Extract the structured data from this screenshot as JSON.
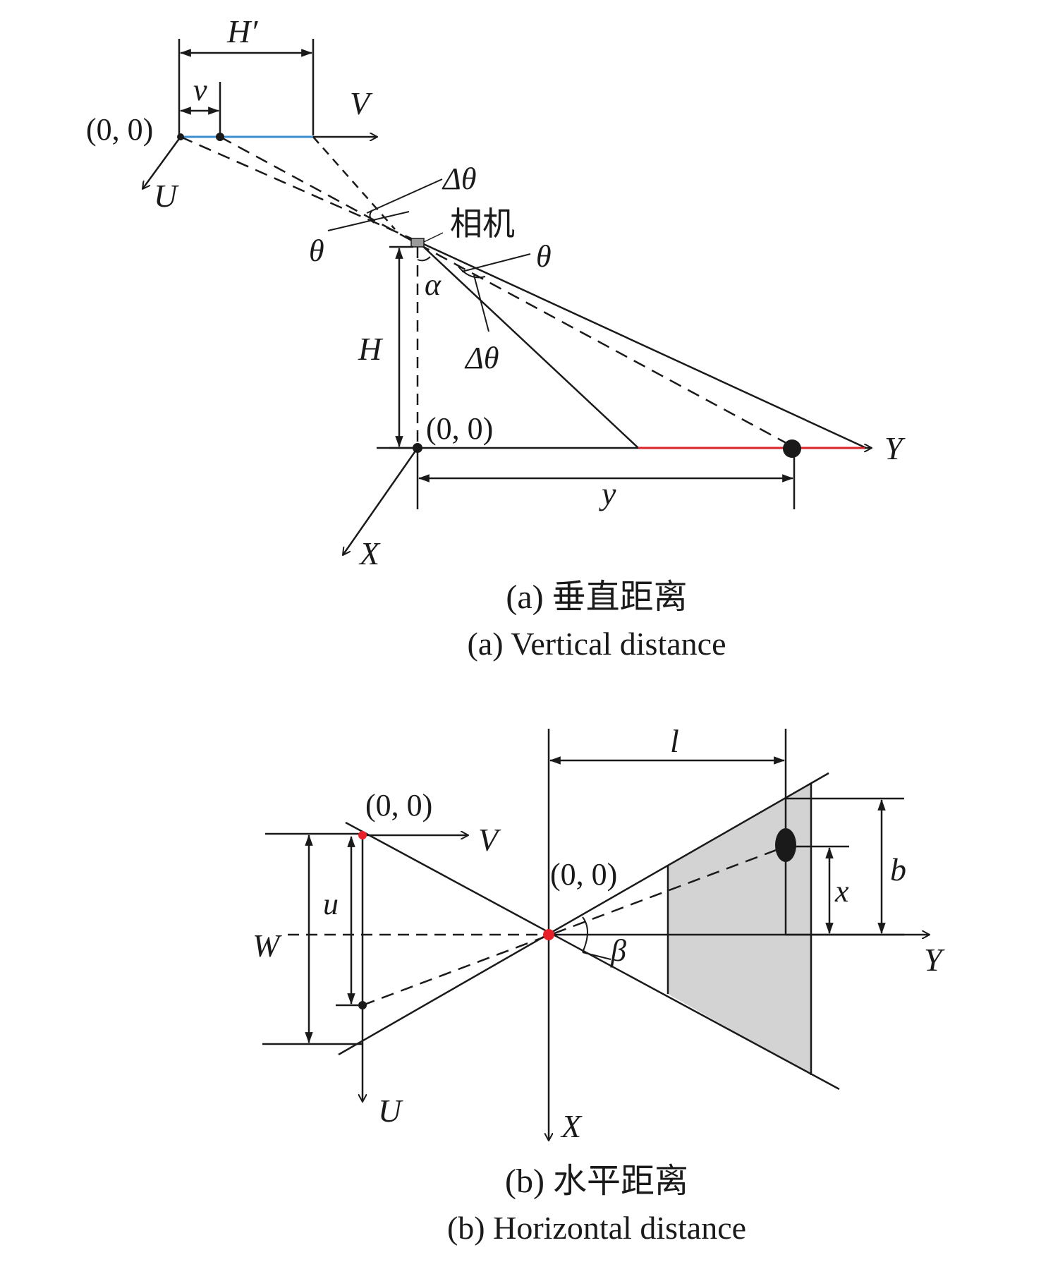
{
  "panel_a": {
    "image_plane": {
      "origin": "(0, 0)",
      "width_symbol": "H′",
      "coord_symbol": "v",
      "axis_h": "V",
      "axis_d": "U"
    },
    "camera_label": "相机",
    "angle_symbols": {
      "theta": "θ",
      "delta_theta": "Δθ",
      "alpha": "α"
    },
    "height_symbol": "H",
    "ground": {
      "origin": "(0, 0)",
      "distance_symbol": "y",
      "axis_h": "Y",
      "axis_d": "X"
    },
    "caption_cn": "(a) 垂直距离",
    "caption_en": "(a) Vertical distance"
  },
  "panel_b": {
    "image_plane": {
      "origin": "(0, 0)",
      "width_symbol": "W",
      "coord_symbol": "u",
      "axis_h": "V",
      "axis_d": "U"
    },
    "center_origin": "(0, 0)",
    "angle_symbol": "β",
    "distance_symbols": {
      "l": "l",
      "b": "b",
      "x": "x"
    },
    "axis_h": "Y",
    "axis_d": "X",
    "caption_cn": "(b) 水平距离",
    "caption_en": "(b) Horizontal distance"
  },
  "colors": {
    "line": "#1a1a1a",
    "image_segment": "#3b8fd0",
    "ground_segment": "#d9252a",
    "field_fill": "#d3d3d3",
    "marker_red": "#e8202a"
  }
}
